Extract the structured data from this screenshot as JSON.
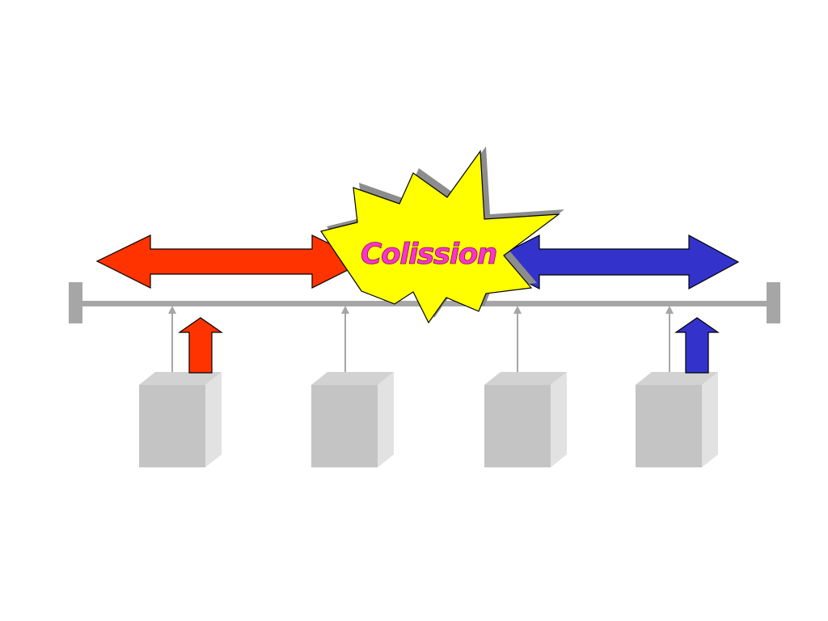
{
  "collision": {
    "label": "Colission"
  },
  "colors": {
    "red_signal": "#ff3300",
    "blue_signal": "#3333cc",
    "burst_fill": "#ffff00",
    "burst_text": "#ff33cc",
    "bus_line": "#a6a6a6",
    "station_front": "#c4c4c4",
    "station_side": "#e2e2e2",
    "station_top": "#d2d2d2"
  },
  "stations": [
    {
      "id": "station-1",
      "transmitting": "red"
    },
    {
      "id": "station-2",
      "transmitting": "none"
    },
    {
      "id": "station-3",
      "transmitting": "none"
    },
    {
      "id": "station-4",
      "transmitting": "blue"
    }
  ]
}
